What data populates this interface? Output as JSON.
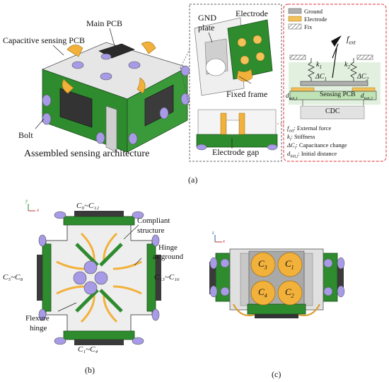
{
  "panel_a": {
    "caption": "(a)",
    "labels": {
      "main_pcb": "Main PCB",
      "capacitive_pcb": "Capacitive sensing PCB",
      "bolt": "Bolt",
      "assembled": "Assembled sensing architecture",
      "gnd_plate_1": "GND",
      "gnd_plate_2": "plate",
      "electrode": "Electrode",
      "fixed_frame": "Fixed frame",
      "electrode_gap": "Electrode gap"
    },
    "legend": {
      "ground": "Ground",
      "electrode": "Electrode",
      "fix": "Fix"
    },
    "model": {
      "f_ext": "f",
      "f_ext_sub": "ext",
      "k1": "k",
      "k1_sub": "1",
      "k2": "k",
      "k2_sub": "2",
      "dc1": "ΔC",
      "dc1_sub": "1",
      "dc2": "ΔC",
      "dc2_sub": "2",
      "dinit1": "d",
      "dinit1_sub": "init,1",
      "dinit2": "d",
      "dinit2_sub": "init,2",
      "sensing_pcb": "Sensing PCB",
      "cdc": "CDC"
    },
    "equations": [
      {
        "sym": "f",
        "sub": "ext",
        "text": ": External force"
      },
      {
        "sym": "k",
        "sub": "i",
        "text": ": Stiffness"
      },
      {
        "sym": "ΔC",
        "sub": "i",
        "text": ": Capacitance change"
      },
      {
        "sym": "d",
        "sub": "init,i",
        "text": ": Initial distance"
      }
    ]
  },
  "panel_b": {
    "caption": "(b)",
    "axis": {
      "y": "y",
      "x": "x"
    },
    "labels": {
      "top": "C₉~C₁₂",
      "left": "C₅~C₈",
      "right": "C₁₃~C₁₆",
      "bottom": "C₁~C₄",
      "compliant_1": "Compliant",
      "compliant_2": "structure",
      "hinge_1": "Hinge",
      "hinge_2": "as ground",
      "flexure_1": "Flexure",
      "flexure_2": "hinge"
    }
  },
  "panel_c": {
    "caption": "(c)",
    "axis": {
      "z": "z",
      "x": "x"
    },
    "electrodes": [
      {
        "sym": "C",
        "sub": "3"
      },
      {
        "sym": "C",
        "sub": "1"
      },
      {
        "sym": "C",
        "sub": "4"
      },
      {
        "sym": "C",
        "sub": "2"
      }
    ]
  },
  "colors": {
    "pcb_green": "#2e8b2e",
    "pcb_dark": "#1f6b1f",
    "electrode_gold": "#f2b13a",
    "frame_gray": "#d9d9d9",
    "bolt_purple": "#9b8fe0",
    "dashed_red": "#e0303a",
    "dashed_gray": "#666666"
  }
}
